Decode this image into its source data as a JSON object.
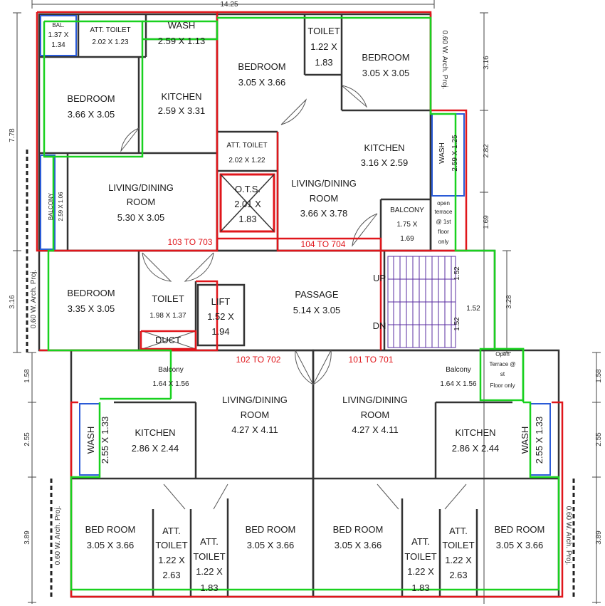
{
  "colors": {
    "flat_label": "#e0161b",
    "green_outline": "#19d11f",
    "red_outline": "#e0161b",
    "blue_outline": "#2a5bd7",
    "stair": "#5a2ca0",
    "wall": "#333333"
  },
  "dims": {
    "top_total": "14.25",
    "right": [
      "3.16",
      "2.82",
      "1.69",
      "3.28",
      "1.58",
      "2.55",
      "3.89"
    ],
    "left": [
      "7.78",
      "3.16",
      "1.58",
      "2.55",
      "3.89"
    ],
    "arch_proj": "0.60 W. Arch. Proj."
  },
  "flat_labels": [
    "103 TO 703",
    "104 TO 704",
    "102 TO 702",
    "101 TO 701"
  ],
  "rooms": {
    "bal": {
      "name": "BAL.",
      "l2": "1.37 X",
      "l3": "1.34"
    },
    "att_toilet_1": {
      "name": "ATT. TOILET",
      "size": "2.02 X 1.23"
    },
    "wash_1": {
      "name": "WASH",
      "size": "2.59 X 1.13"
    },
    "bedroom_1": {
      "name": "BEDROOM",
      "size": "3.66 X 3.05"
    },
    "kitchen_1": {
      "name": "KITCHEN",
      "size": "2.59 X 3.31"
    },
    "balcony_1": {
      "name": "BALCONY",
      "size": "2.59 X 1.06"
    },
    "living_1": {
      "name": "LIVING/DINING",
      "l2": "ROOM",
      "size": "5.30 X 3.05"
    },
    "bedroom_2": {
      "name": "BEDROOM",
      "size": "3.05 X 3.66"
    },
    "toilet_2": {
      "name": "TOILET",
      "l2": "1.22 X",
      "l3": "1.83"
    },
    "bedroom_3": {
      "name": "BEDROOM",
      "size": "3.05 X 3.05"
    },
    "att_toilet_2": {
      "name": "ATT. TOILET",
      "size": "2.02 X 1.22"
    },
    "kitchen_2": {
      "name": "KITCHEN",
      "size": "3.16 X 2.59"
    },
    "wash_2": {
      "name": "WASH",
      "size": "2.59 X 1.25"
    },
    "ots": {
      "name": "O.T.S.",
      "l2": "2.01 X",
      "l3": "1.83"
    },
    "living_2": {
      "name": "LIVING/DINING",
      "l2": "ROOM",
      "size": "3.66 X 3.78"
    },
    "balcony_2": {
      "name": "BALCONY",
      "l2": "1.75 X",
      "l3": "1.69"
    },
    "open_terrace_1": {
      "l1": "open",
      "l2": "terrace",
      "l3": "@ 1st",
      "l4": "floor",
      "l5": "only"
    },
    "bedroom_4": {
      "name": "BEDROOM",
      "size": "3.35 X 3.05"
    },
    "toilet_4": {
      "name": "TOILET",
      "size": "1.98 X 1.37"
    },
    "duct": {
      "name": "DUCT"
    },
    "lift": {
      "name": "LIFT",
      "l2": "1.52 X",
      "l3": "1.94"
    },
    "passage": {
      "name": "PASSAGE",
      "size": "5.14 X 3.05"
    },
    "stair": {
      "up": "UP",
      "dn": "DN",
      "d1": "1.52",
      "d2": "1.52",
      "d3": "1.52"
    },
    "balcony_5": {
      "name": "Balcony",
      "size": "1.64 X 1.56"
    },
    "balcony_6": {
      "name": "Balcony",
      "size": "1.64 X 1.56"
    },
    "open_terrace_2": {
      "l1": "Open",
      "l2": "Terrace @",
      "l3": "st",
      "l4": "Floor only"
    },
    "wash_5": {
      "name": "WASH",
      "size": "2.55 X 1.33"
    },
    "kitchen_5": {
      "name": "KITCHEN",
      "size": "2.86 X 2.44"
    },
    "living_5": {
      "name": "LIVING/DINING",
      "l2": "ROOM",
      "size": "4.27 X 4.11"
    },
    "living_6": {
      "name": "LIVING/DINING",
      "l2": "ROOM",
      "size": "4.27 X 4.11"
    },
    "kitchen_6": {
      "name": "KITCHEN",
      "size": "2.86 X 2.44"
    },
    "wash_6": {
      "name": "WASH",
      "size": "2.55 X 1.33"
    },
    "bedroom_5a": {
      "name": "BED ROOM",
      "size": "3.05 X 3.66"
    },
    "att_toilet_5a": {
      "l1": "ATT.",
      "l2": "TOILET",
      "l3": "1.22 X",
      "l4": "2.63"
    },
    "att_toilet_5b": {
      "l1": "ATT.",
      "l2": "TOILET",
      "l3": "1.22 X",
      "l4": "1.83"
    },
    "bedroom_5b": {
      "name": "BED ROOM",
      "size": "3.05 X 3.66"
    },
    "bedroom_6a": {
      "name": "BED ROOM",
      "size": "3.05 X 3.66"
    },
    "att_toilet_6a": {
      "l1": "ATT.",
      "l2": "TOILET",
      "l3": "1.22 X",
      "l4": "1.83"
    },
    "att_toilet_6b": {
      "l1": "ATT.",
      "l2": "TOILET",
      "l3": "1.22 X",
      "l4": "2.63"
    },
    "bedroom_6b": {
      "name": "BED ROOM",
      "size": "3.05 X 3.66"
    }
  }
}
